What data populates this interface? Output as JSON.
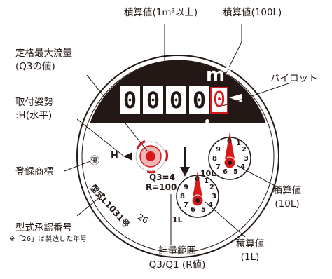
{
  "labels": {
    "total_1m3": "積算値(1m³以上)",
    "total_100l": "積算値(100L)",
    "max_flow_line1": "定格最大流量",
    "max_flow_line2": "(Q3の値)",
    "pilot": "パイロット",
    "orientation_line1": "取付姿勢",
    "orientation_line2": ":H(水平)",
    "trademark": "登録商標",
    "model_approval": "型式承認番号",
    "model_note": "※「26」は製造した年号",
    "range_line1": "計量範囲",
    "range_line2": "Q3/Q1 (R値)",
    "total_10l_line1": "積算値",
    "total_10l_line2": "(10L)",
    "total_1l_line1": "積算値",
    "total_1l_line2": "(1L)"
  },
  "meter": {
    "odometer_digits": [
      "0",
      "0",
      "0",
      "0"
    ],
    "hundred_l_digit": "0",
    "unit": "m³",
    "orientation_mark": "H",
    "q3": "Q3=4",
    "r_value": "R=100",
    "model_text": "型式L1031号",
    "year": "26",
    "trademark_symbol": "㊝",
    "dial_10l_label": "10L",
    "dial_1l_label": "1L",
    "dial_numbers": [
      "0",
      "1",
      "2",
      "3",
      "4",
      "5",
      "6",
      "7",
      "8",
      "9"
    ]
  },
  "colors": {
    "accent_red": "#d7191c",
    "black": "#231815"
  }
}
